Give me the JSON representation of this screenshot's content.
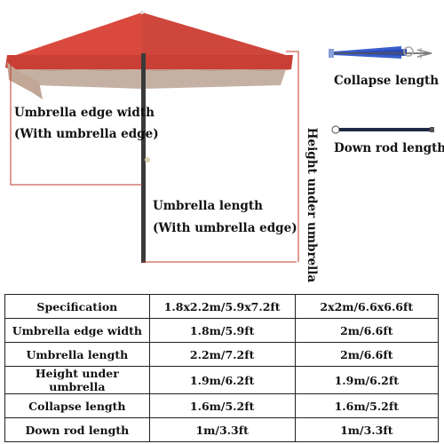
{
  "diagram": {
    "edge_width_label": [
      "Umbrella edge width",
      "(With umbrella edge)"
    ],
    "length_label": [
      "Umbrella length",
      "(With umbrella edge)"
    ],
    "height_label": "Height under umbrella",
    "collapse_label": "Collapse length",
    "down_rod_label": "Down rod length",
    "colors": {
      "canopy": "#d9493e",
      "canopy_dark": "#b8372f",
      "valance_underside": "#bfa89a",
      "pole": "#3a3a3a",
      "measure_line": "#c0392b",
      "collapse_icon": "#3a5fcd"
    }
  },
  "table": {
    "rows": [
      [
        "Specification",
        "1.8x2.2m/5.9x7.2ft",
        "2x2m/6.6x6.6ft"
      ],
      [
        "Umbrella edge width",
        "1.8m/5.9ft",
        "2m/6.6ft"
      ],
      [
        "Umbrella length",
        "2.2m/7.2ft",
        "2m/6.6ft"
      ],
      [
        "Height under umbrella",
        "1.9m/6.2ft",
        "1.9m/6.2ft"
      ],
      [
        "Collapse length",
        "1.6m/5.2ft",
        "1.6m/5.2ft"
      ],
      [
        "Down rod length",
        "1m/3.3ft",
        "1m/3.3ft"
      ]
    ]
  }
}
